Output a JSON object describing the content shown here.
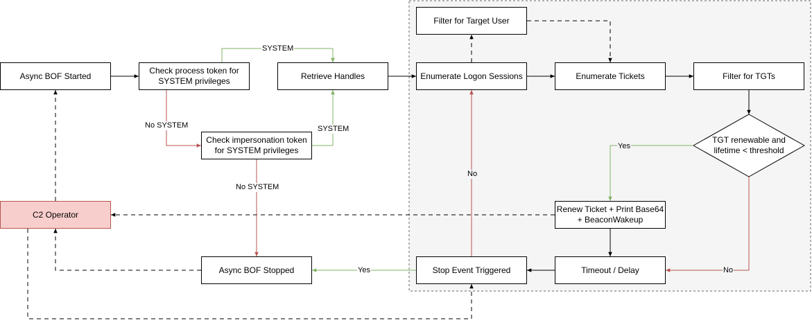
{
  "nodes": {
    "async_bof_started": "Async BOF Started",
    "check_process_token": "Check process token for\nSYSTEM privileges",
    "retrieve_handles": "Retrieve Handles",
    "check_impersonation_token": "Check impersonation token\nfor SYSTEM privileges",
    "c2_operator": "C2 Operator",
    "async_bof_stopped": "Async BOF Stopped",
    "filter_target_user": "Filter for Target User",
    "enumerate_logon_sessions": "Enumerate Logon Sessions",
    "enumerate_tickets": "Enumerate Tickets",
    "filter_tgts": "Filter for TGTs",
    "tgt_renewable_decision": "TGT renewable and\nlifetime < threshold",
    "renew_ticket": "Renew Ticket + Print Base64\n+ BeaconWakeup",
    "stop_event_triggered": "Stop Event Triggered",
    "timeout_delay": "Timeout / Delay"
  },
  "edge_labels": {
    "system_top": "SYSTEM",
    "no_system_1": "No SYSTEM",
    "system_right": "SYSTEM",
    "no_system_2": "No SYSTEM",
    "yes_renew": "Yes",
    "no_loop": "No",
    "yes_stop": "Yes",
    "no_timeout": "No"
  },
  "colors": {
    "green": "#82b366",
    "red": "#b85450",
    "black": "#000000",
    "operator_fill": "#f8cecc",
    "container_fill": "#f5f5f5",
    "container_border": "#666666"
  }
}
